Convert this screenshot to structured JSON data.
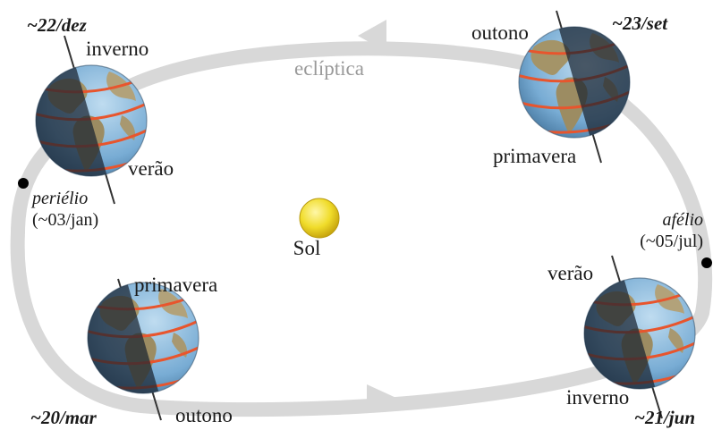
{
  "diagram": {
    "orbit_label": "eclíptica",
    "sun_label": "Sol",
    "perihelion": {
      "name": "periélio",
      "date": "(~03/jan)"
    },
    "aphelion": {
      "name": "afélio",
      "date": "(~05/jul)"
    },
    "positions": {
      "dec": {
        "date": "~22/dez",
        "north_label": "inverno",
        "south_label": "verão"
      },
      "sep": {
        "date": "~23/set",
        "north_label": "outono",
        "south_label": "primavera"
      },
      "mar": {
        "date": "~20/mar",
        "north_label": "primavera",
        "south_label": "outono"
      },
      "jun": {
        "date": "~21/jun",
        "north_label": "verão",
        "south_label": "inverno"
      }
    }
  },
  "colors": {
    "orbit": "#d8d8d8",
    "ocean": "#7fb3d9",
    "land": "#9c8c62",
    "night_overlay": "#1b2430",
    "latitude_lines": "#e8552d",
    "sun": "#f0dc2a"
  }
}
